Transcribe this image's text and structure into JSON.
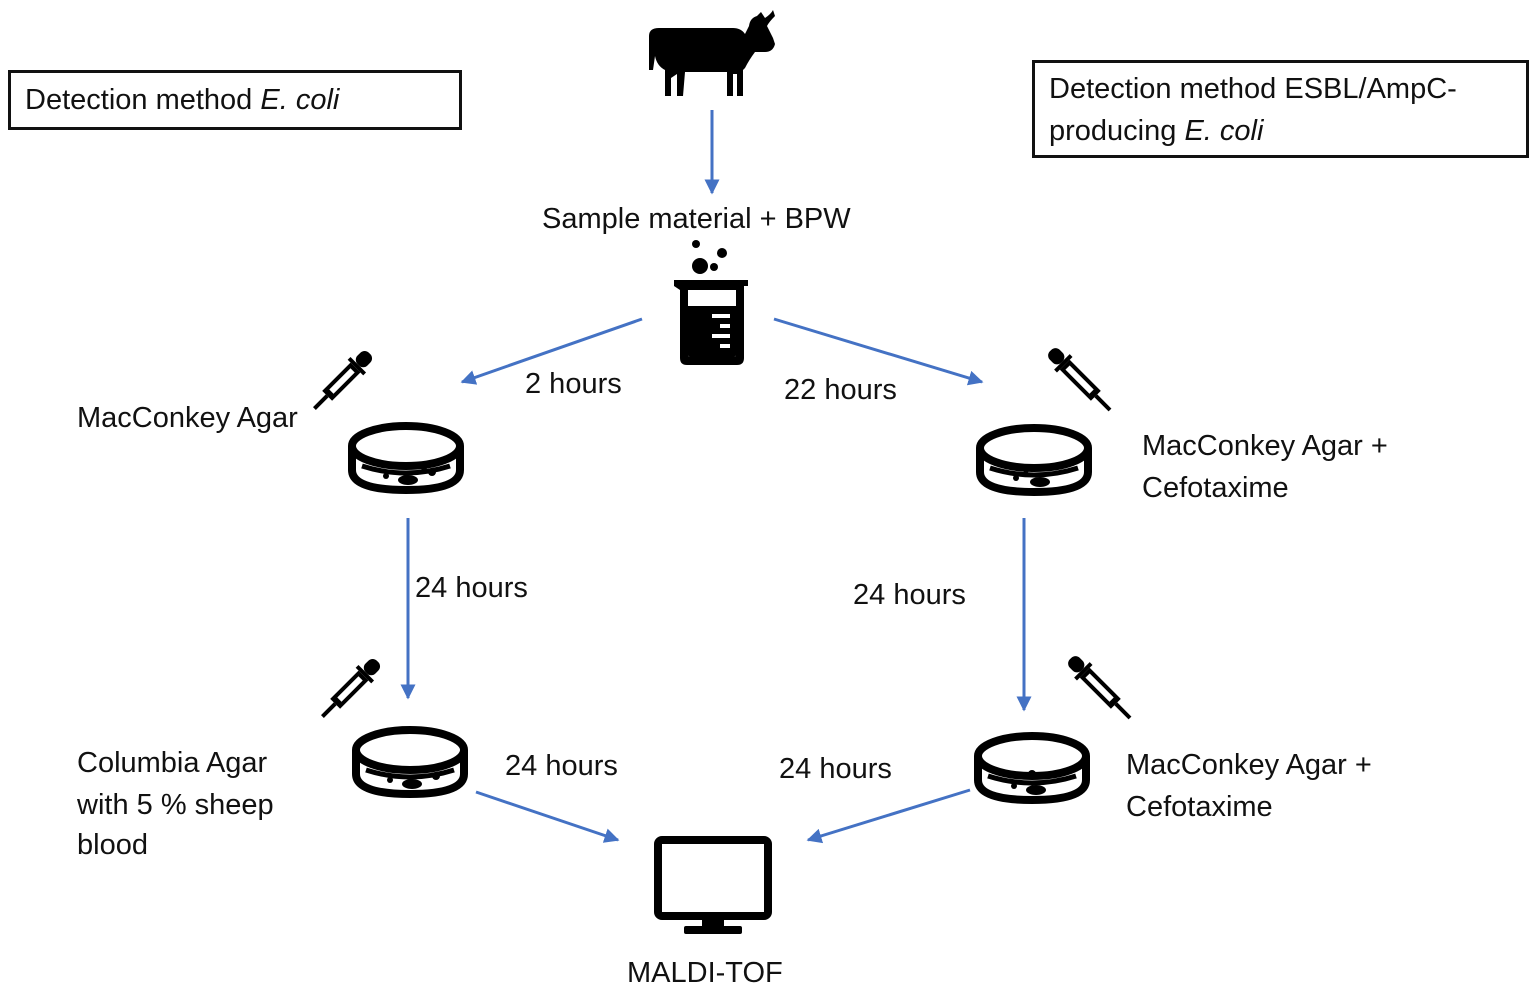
{
  "boxes": {
    "left": {
      "prefix": "Detection method ",
      "italic": "E. coli"
    },
    "right": {
      "prefix": "Detection method ESBL/AmpC-",
      "line2_prefix": "producing ",
      "italic": "E. coli"
    }
  },
  "labels": {
    "sample": "Sample material + BPW",
    "maldi": "MALDI-TOF",
    "mac_left": "MacConkey Agar",
    "columbia_1": "Columbia Agar",
    "columbia_2": "with 5 % sheep",
    "columbia_3": "blood",
    "mac_cef_top_1": "MacConkey Agar +",
    "mac_cef_top_2": "Cefotaxime",
    "mac_cef_bottom_1": "MacConkey Agar +",
    "mac_cef_bottom_2": "Cefotaxime"
  },
  "durations": {
    "d_2h": "2 hours",
    "d_22h": "22 hours",
    "d_24h_left_vertical": "24 hours",
    "d_24h_right_vertical": "24 hours",
    "d_24h_left_bottom": "24 hours",
    "d_24h_right_bottom": "24 hours"
  },
  "icons": [
    "cow-icon",
    "beaker-icon",
    "pipette-icon",
    "petri-dish-icon",
    "monitor-icon"
  ],
  "colors": {
    "arrow": "#4472c4",
    "icon": "#000000",
    "text": "#111111"
  }
}
